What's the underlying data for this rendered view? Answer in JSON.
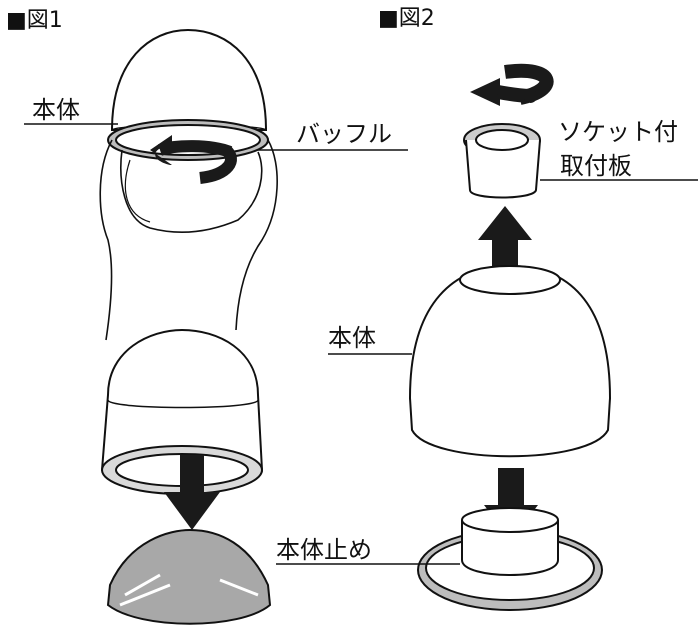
{
  "figure1": {
    "title": "■図1",
    "labels": {
      "body": "本体",
      "baffle": "バッフル"
    }
  },
  "figure2": {
    "title": "■図2",
    "labels": {
      "socket_line1": "ソケット付",
      "socket_line2": "取付板",
      "body": "本体",
      "body_stop": "本体止め"
    }
  },
  "icons": [
    "rotate-arrow-icon",
    "down-arrow-icon",
    "up-arrow-icon",
    "counterclockwise-arrow-icon"
  ],
  "colors": {
    "line": "#111111",
    "arrow": "#1a1a1a",
    "fill": "#ffffff",
    "shade": "#9a9a9a"
  }
}
